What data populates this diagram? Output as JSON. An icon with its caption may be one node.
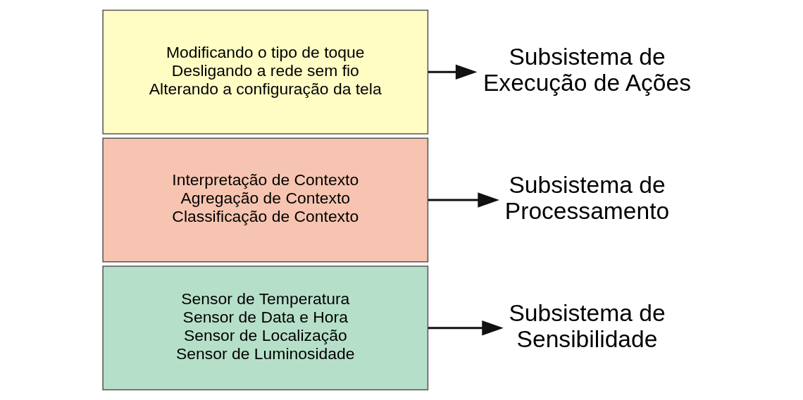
{
  "diagram": {
    "nodes": [
      {
        "text": [
          "Modificando o tipo de toque",
          "Desligando a rede sem fio",
          "Alterando a configuração da tela"
        ]
      },
      {
        "text": [
          "Subsistema de Execução de Ações"
        ]
      },
      {
        "text": [
          "Interpretação de Contexto",
          "Agregação de Contexto",
          "Classificação de Contexto"
        ]
      },
      {
        "text": [
          "Subsistema de Processamento"
        ]
      },
      {
        "text": [
          "Sensor de Temperatura",
          "Sensor de Data e Hora",
          "Sensor de Localização",
          "Sensor de Luminosidade"
        ]
      },
      {
        "text": [
          "Subsistema de Sensibilidade"
        ]
      }
    ],
    "edges": [
      {
        "from": 0,
        "to": 1,
        "arrow": "to"
      },
      {
        "from": 2,
        "to": 3,
        "arrow": "to"
      },
      {
        "from": 4,
        "to": 5,
        "arrow": "to"
      }
    ]
  }
}
